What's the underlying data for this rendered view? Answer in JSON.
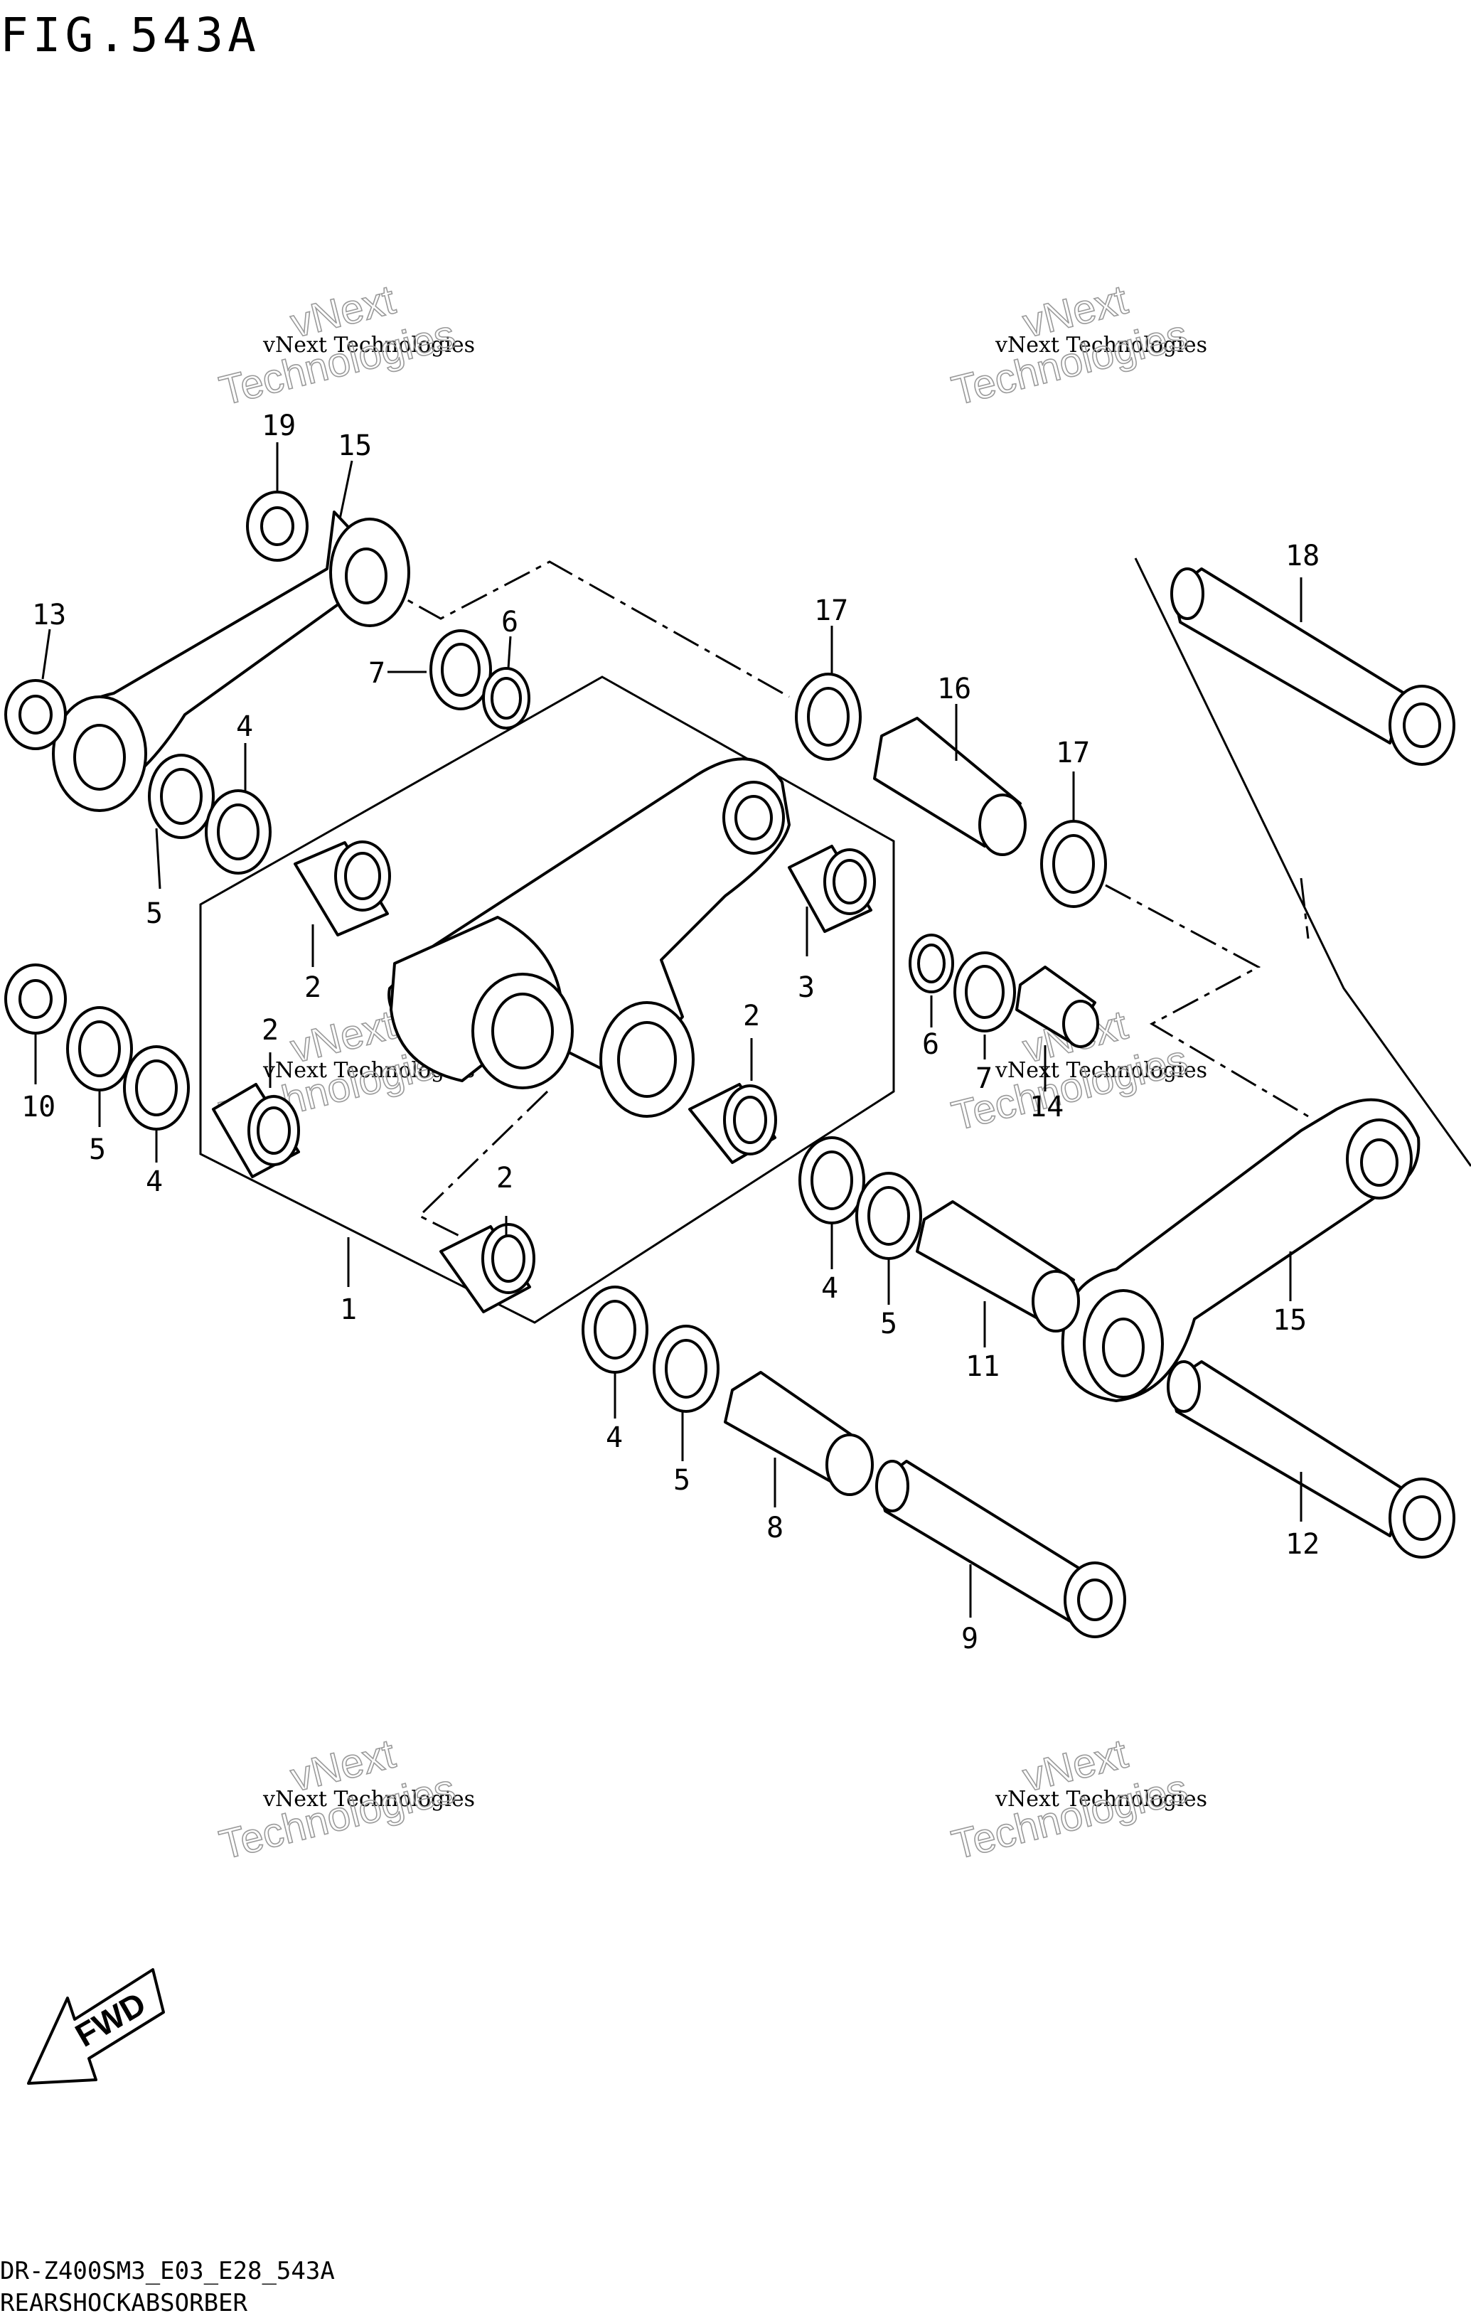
{
  "figure_title": "FIG.543A",
  "footer": {
    "code": "DR-Z400SM3_E03_E28_543A",
    "name": "REARSHOCKABSORBER"
  },
  "watermark": {
    "line1": "vNext Technologies",
    "line2": "vNext",
    "line3": "Technologies"
  },
  "fwd_label": "FWD",
  "callouts": [
    "19",
    "15",
    "13",
    "7",
    "6",
    "4",
    "5",
    "17",
    "16",
    "17",
    "18",
    "2",
    "3",
    "2",
    "10",
    "5",
    "4",
    "2",
    "6",
    "7",
    "14",
    "2",
    "1",
    "4",
    "5",
    "11",
    "15",
    "4",
    "5",
    "8",
    "12",
    "9"
  ]
}
